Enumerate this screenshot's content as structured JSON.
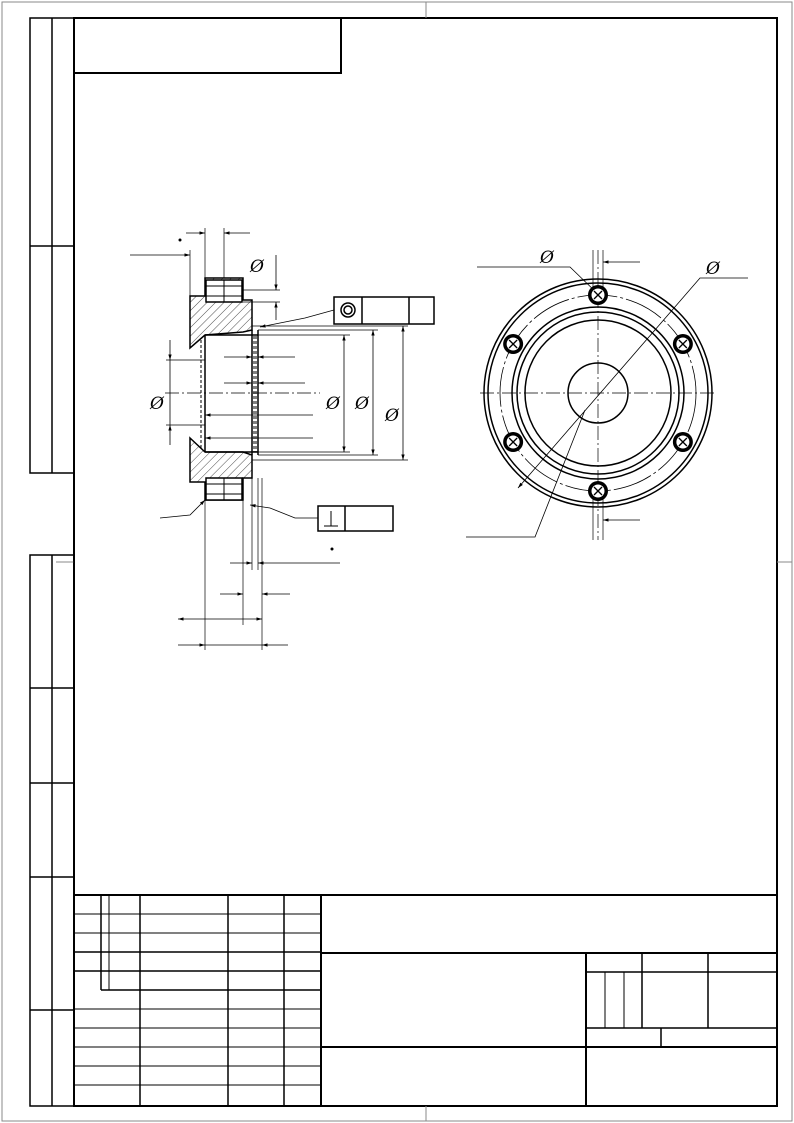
{
  "sheet": {
    "format": "A4",
    "orientation": "portrait"
  },
  "section_view": {
    "diameter_symbol": "Ø",
    "tolerance_frames": [
      {
        "symbol": "concentricity"
      },
      {
        "symbol": "perpendicularity"
      }
    ]
  },
  "front_view": {
    "diameter_symbol": "Ø",
    "bolt_holes": 6
  },
  "colors": {
    "line": "#000000",
    "frame_gray": "#888888",
    "background": "#ffffff"
  }
}
